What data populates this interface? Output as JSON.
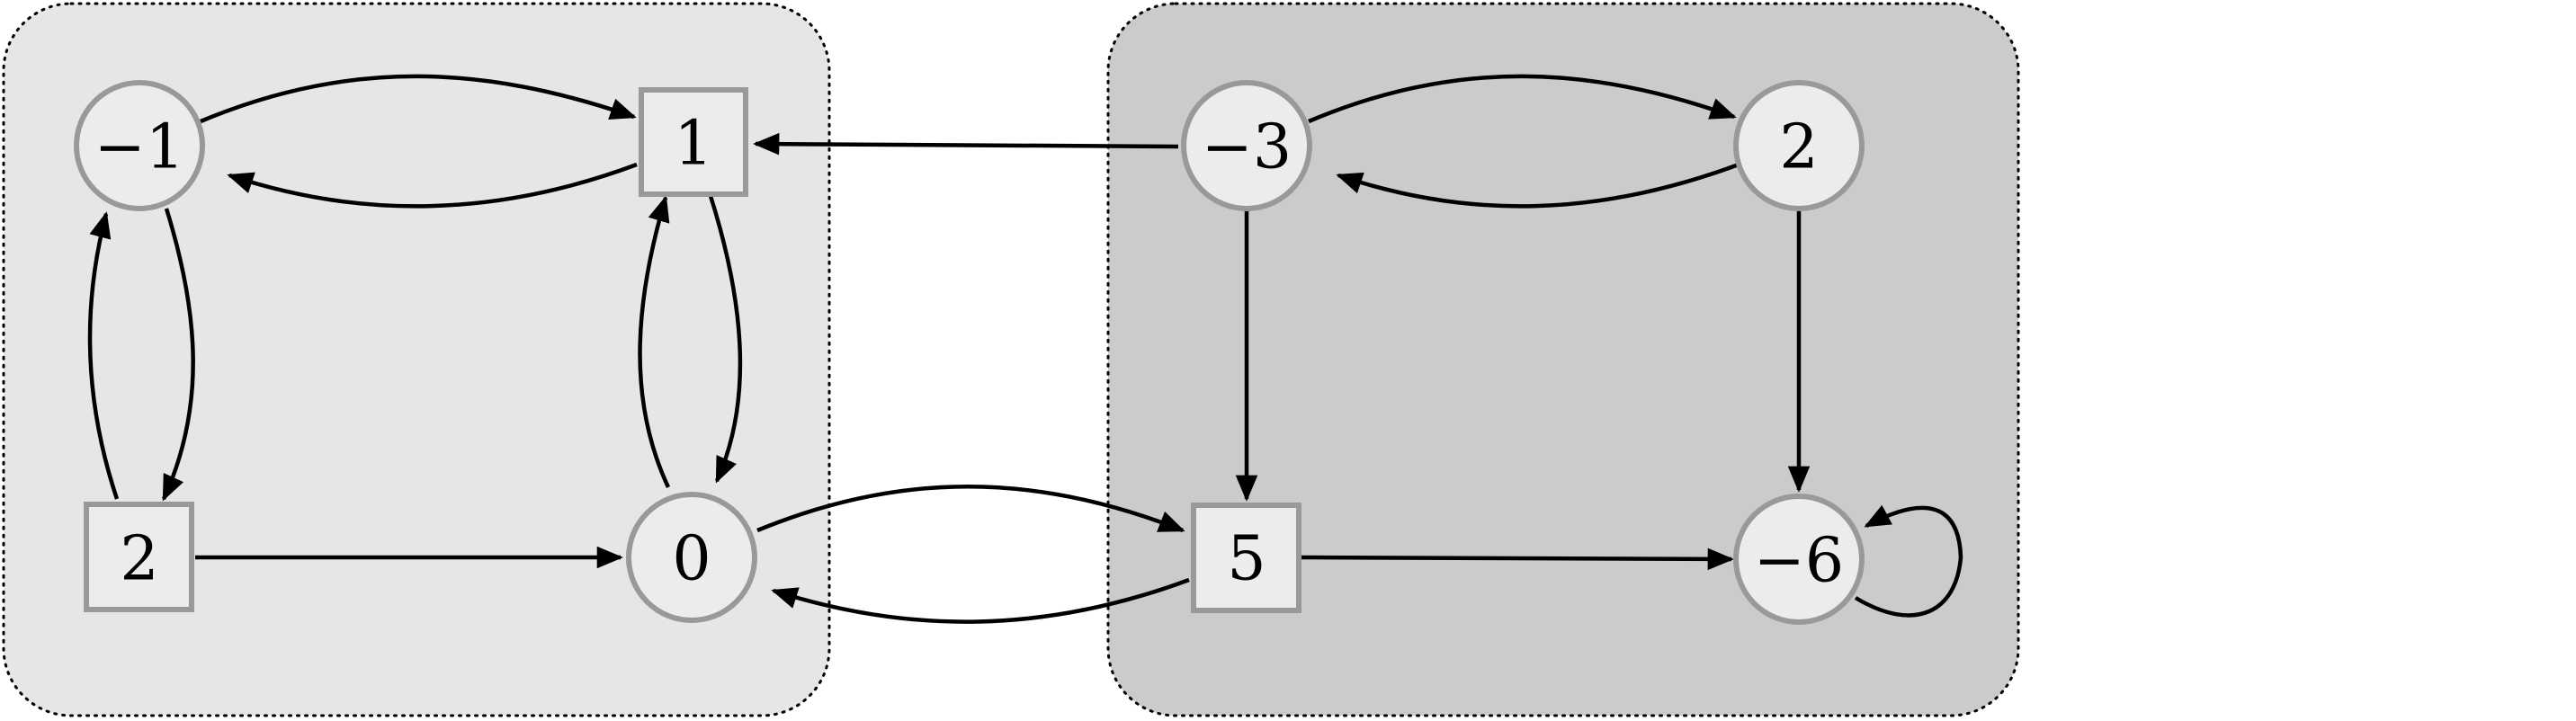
{
  "regions": [
    {
      "id": "left-region",
      "fill": "#e6e6e6"
    },
    {
      "id": "right-region",
      "fill": "#cbcbcb"
    }
  ],
  "style": {
    "node_fill": "#ececec",
    "node_stroke": "#999999",
    "edge_color": "#000000",
    "region_border": "dotted"
  },
  "nodes": [
    {
      "id": "n-neg1",
      "shape": "circle",
      "label": "−1"
    },
    {
      "id": "n-1",
      "shape": "square",
      "label": "1"
    },
    {
      "id": "n-2",
      "shape": "square",
      "label": "2"
    },
    {
      "id": "n-0",
      "shape": "circle",
      "label": "0"
    },
    {
      "id": "n-neg3",
      "shape": "circle",
      "label": "−3"
    },
    {
      "id": "n-2b",
      "shape": "circle",
      "label": "2"
    },
    {
      "id": "n-5",
      "shape": "square",
      "label": "5"
    },
    {
      "id": "n-neg6",
      "shape": "circle",
      "label": "−6"
    }
  ],
  "edges": [
    {
      "from": "n-neg1",
      "to": "n-1"
    },
    {
      "from": "n-1",
      "to": "n-neg1"
    },
    {
      "from": "n-neg1",
      "to": "n-2"
    },
    {
      "from": "n-2",
      "to": "n-neg1"
    },
    {
      "from": "n-1",
      "to": "n-0"
    },
    {
      "from": "n-0",
      "to": "n-1"
    },
    {
      "from": "n-2",
      "to": "n-0"
    },
    {
      "from": "n-neg3",
      "to": "n-1"
    },
    {
      "from": "n-0",
      "to": "n-5"
    },
    {
      "from": "n-5",
      "to": "n-0"
    },
    {
      "from": "n-neg3",
      "to": "n-2b"
    },
    {
      "from": "n-2b",
      "to": "n-neg3"
    },
    {
      "from": "n-neg3",
      "to": "n-5"
    },
    {
      "from": "n-2b",
      "to": "n-neg6"
    },
    {
      "from": "n-5",
      "to": "n-neg6"
    },
    {
      "from": "n-neg6",
      "to": "n-neg6"
    }
  ]
}
